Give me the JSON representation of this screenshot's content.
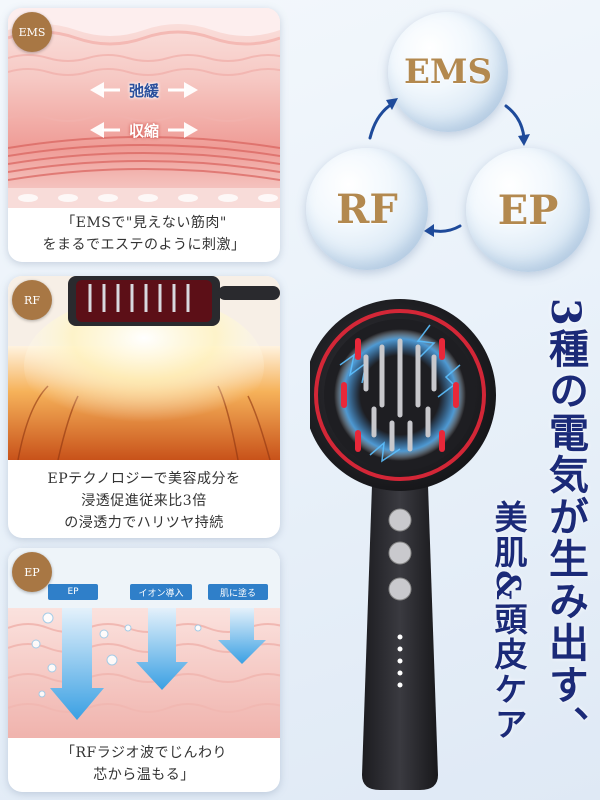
{
  "panels": {
    "ems": {
      "badge": "EMS",
      "arrow_top": "弛緩",
      "arrow_bottom": "収縮",
      "caption_line1": "「EMSで\"見えない筋肉\"",
      "caption_line2": "をまるでエステのように刺激」"
    },
    "rf": {
      "badge": "RF",
      "caption_line1": "EPテクノロジーで美容成分を",
      "caption_line2": "浸透促進従来比3倍",
      "caption_line3": "の浸透力でハリツヤ持続"
    },
    "ep": {
      "badge": "EP",
      "label1": "EP",
      "label2": "イオン導入",
      "label3": "肌に塗る",
      "caption_line1": "「RFラジオ波でじんわり",
      "caption_line2": "芯から温もる」"
    }
  },
  "cycle": {
    "ems": "EMS",
    "rf": "RF",
    "ep": "EP"
  },
  "headline": {
    "main": "3種の電気が生み出す、",
    "sub": "美肌&頭皮ケア"
  },
  "colors": {
    "navy": "#1b2a78",
    "gold": "#b3894f",
    "badge": "#a87744",
    "accent_red": "#e8283a",
    "ep_blue": "#2f7fc9"
  }
}
